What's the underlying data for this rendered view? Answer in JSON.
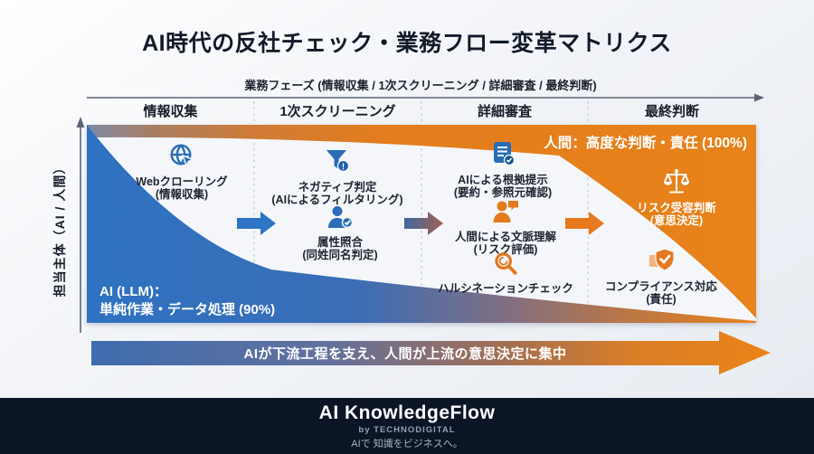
{
  "title": "AI時代の反社チェック・業務フロー変革マトリクス",
  "phase_axis": {
    "label": "業務フェーズ (情報収集 / 1次スクリーニング / 詳細審査 / 最終判断)",
    "columns": [
      "情報収集",
      "1次スクリーニング",
      "詳細審査",
      "最終判断"
    ]
  },
  "y_axis": {
    "label": "担当主体（AI / 人間）"
  },
  "regions": {
    "ai": {
      "label_line1": "AI (LLM)：",
      "label_line2": "単純作業・データ処理 (90%)",
      "color": "#2e72c1"
    },
    "human": {
      "label": "人間：高度な判断・責任 (100%)",
      "color": "#e5791f"
    }
  },
  "nodes": [
    {
      "icon": "globe-cursor-icon",
      "title": "Webクローリング",
      "subtitle": "(情報収集)"
    },
    {
      "icon": "funnel-alert-icon",
      "title": "ネガティブ判定",
      "subtitle": "(AIによるフィルタリング)"
    },
    {
      "icon": "person-check-icon",
      "title": "属性照合",
      "subtitle": "(同姓同名判定)"
    },
    {
      "icon": "document-ai-icon",
      "title": "AIによる根拠提示",
      "subtitle": "(要約・参照元確認)"
    },
    {
      "icon": "person-chat-icon",
      "title": "人間による文脈理解",
      "subtitle": "(リスク評価)"
    },
    {
      "icon": "magnifier-icon",
      "title": "ハルシネーションチェック",
      "subtitle": ""
    },
    {
      "icon": "scales-icon",
      "title": "リスク受容判断",
      "subtitle": "(意思決定)"
    },
    {
      "icon": "shield-check-icon",
      "title": "コンプライアンス対応",
      "subtitle": "(責任)"
    }
  ],
  "bottom_arrow": {
    "label": "AIが下流工程を支え、人間が上流の意思決定に集中"
  },
  "footer": {
    "brand": "AI KnowledgeFlow",
    "byline": "by TECHNODIGITAL",
    "tagline": "AIで 知識をビジネスへ。"
  },
  "colors": {
    "accent_blue": "#2a6cb8",
    "accent_orange": "#e5791f",
    "footer_bg": "#0c1526"
  }
}
